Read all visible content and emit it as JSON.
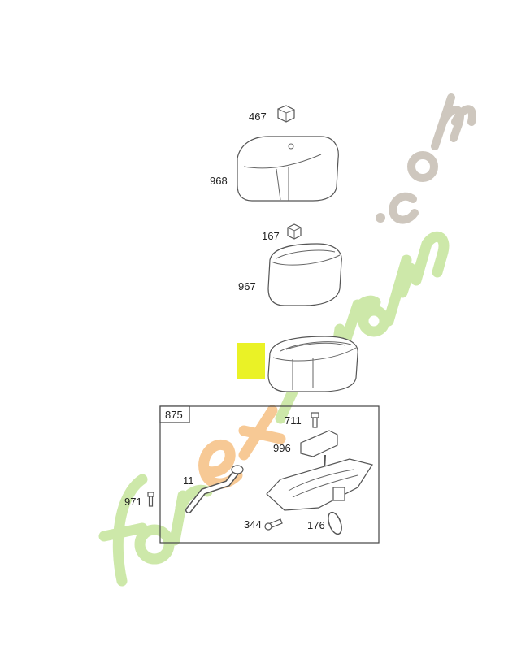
{
  "diagram": {
    "parts": [
      {
        "number": "467"
      },
      {
        "number": "968"
      },
      {
        "number": "167"
      },
      {
        "number": "967"
      },
      {
        "number": "875"
      },
      {
        "number": "711"
      },
      {
        "number": "996"
      },
      {
        "number": "11"
      },
      {
        "number": "971"
      },
      {
        "number": "344"
      },
      {
        "number": "176"
      }
    ],
    "highlight_color": "#e6f000"
  },
  "watermark": {
    "text_green_1": "for",
    "text_orange": "et",
    "text_green_2": "jardin",
    "text_gray": ".com",
    "colors": {
      "green": "#c8e6a0",
      "orange": "#f7c48a",
      "gray": "#c9c2b8"
    }
  }
}
